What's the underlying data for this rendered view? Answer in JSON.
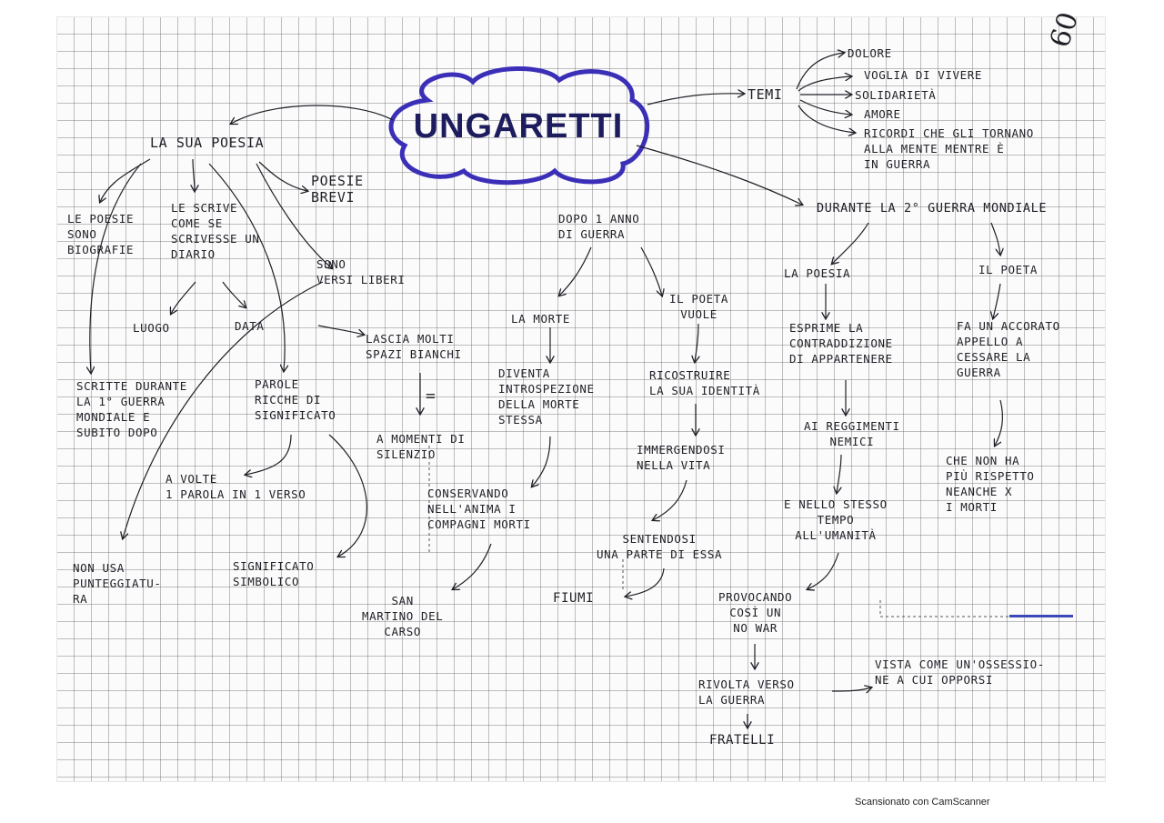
{
  "diagram": {
    "title": "UNGARETTI",
    "page_number": "60",
    "footer": "Scansionato con CamScanner",
    "equals_sign": "=",
    "colors": {
      "cloud_border": "#3b2fb8",
      "ink": "#1f1f27",
      "grid": "#b8b8b8"
    },
    "nodes": {
      "temi": "TEMI",
      "temi_items": [
        "DOLORE",
        "VOGLIA DI VIVERE",
        "SOLIDARIETÀ",
        "AMORE",
        "RICORDI CHE GLI TORNANO\nALLA MENTE MENTRE È\nIN GUERRA"
      ],
      "sua_poesia": "LA SUA POESIA",
      "poesie_brevi": "POESIE\nBREVI",
      "biografiche": "LE POESIE\nSONO\nBIOGRAFIE",
      "diario": "LE SCRIVE\nCOME SE\nSCRIVESSE UN\nDIARIO",
      "luogo": "LUOGO",
      "data": "DATA",
      "versi_liberi": "SONO\nVERSI LIBERI",
      "spazi_bianchi": "LASCIA MOLTI\nSPAZI BIANCHI",
      "silenzio": "A MOMENTI DI\nSILENZIO",
      "scritte_guerra": "SCRITTE DURANTE\nLA 1° GUERRA\nMONDIALE E\nSUBITO DOPO",
      "parole": "PAROLE\nRICCHE DI\nSIGNIFICATO",
      "una_parola": "A VOLTE\n1 PAROLA IN 1 VERSO",
      "simbolico": "SIGNIFICATO\nSIMBOLICO",
      "punteggiatura": "NON USA\nPUNTEGGIATU-\nRA",
      "dopo_anno": "DOPO 1 ANNO\nDI GUERRA",
      "morte": "LA MORTE",
      "introspezione": "DIVENTA\nINTROSPEZIONE\nDELLA MORTE\nSTESSA",
      "compagni": "CONSERVANDO\nNELL'ANIMA I\nCOMPAGNI MORTI",
      "san_martino": "SAN\nMARTINO DEL\nCARSO",
      "poeta_vuole": "IL POETA\nVUOLE",
      "identita": "RICOSTRUIRE\nLA SUA IDENTITÀ",
      "immergendosi": "IMMERGENDOSI\nNELLA VITA",
      "sentendosi": "SENTENDOSI\nUNA PARTE DI ESSA",
      "fiumi": "FIUMI",
      "seconda_guerra": "DURANTE LA 2° GUERRA MONDIALE",
      "la_poesia": "LA POESIA",
      "il_poeta": "IL POETA",
      "contraddizione": "ESPRIME LA\nCONTRADDIZIONE\nDI APPARTENERE",
      "reggimenti": "AI REGGIMENTI\nNEMICI",
      "umanita": "E NELLO STESSO\nTEMPO\nALL'UMANITÀ",
      "provocando": "PROVOCANDO\nCOSÌ UN\nNO WAR",
      "rivolta": "RIVOLTA VERSO\nLA GUERRA",
      "fratelli": "FRATELLI",
      "ossessione": "VISTA COME UN'OSSESSIO-\nNE A CUI OPPORSI",
      "appello": "FA UN ACCORATO\nAPPELLO A\nCESSARE LA\nGUERRA",
      "rispetto": "CHE NON HA\nPIÙ RISPETTO\nNEANCHE X\nI MORTI"
    }
  }
}
